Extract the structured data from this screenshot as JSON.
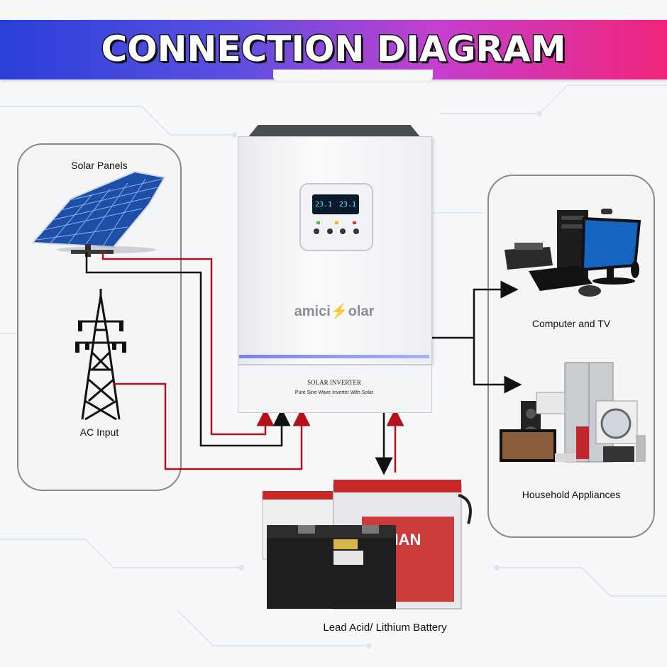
{
  "title": "CONNECTION DIAGRAM",
  "nodes": {
    "solar_panels": "Solar Panels",
    "ac_input": "AC Input",
    "computer_tv": "Computer and TV",
    "household": "Household Appliances",
    "battery": "Lead Acid/ Lithium Battery"
  },
  "inverter": {
    "brand": "amici⚡olar",
    "model": "SOLAR INVERTER",
    "tagline": "Pure Sine Wave Inverter With Solar",
    "display_left": "23.1",
    "display_right": "23.1"
  },
  "battery_brand": "TIAN",
  "colors": {
    "live_wire": "#b3121a",
    "neutral_wire": "#111111",
    "banner_left": "#2a3fd8",
    "banner_right": "#f0257a"
  }
}
